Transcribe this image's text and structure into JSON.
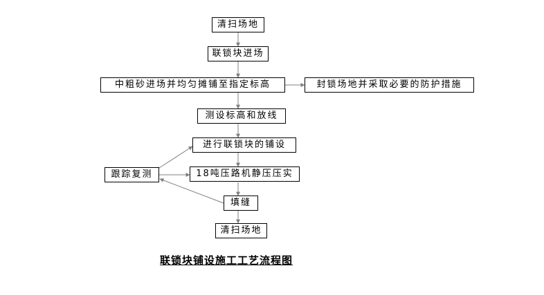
{
  "diagram": {
    "steps": {
      "clean_site_1": "清扫场地",
      "block_entry": "联锁块进场",
      "sand_spread": "中粗砂进场并均匀摊铺至指定标高",
      "seal_site": "封锁场地并采取必要的防护措施",
      "survey": "测设标高和放线",
      "lay_blocks": "进行联锁块的铺设",
      "track_retest": "跟踪复测",
      "roller_compact": "18吨压路机静压压实",
      "fill_joints": "填缝",
      "clean_site_2": "清扫场地"
    },
    "caption": "联锁块铺设施工工艺流程图"
  },
  "colors": {
    "line": "#7f7f7f",
    "box_border": "#000000",
    "text": "#000000"
  }
}
